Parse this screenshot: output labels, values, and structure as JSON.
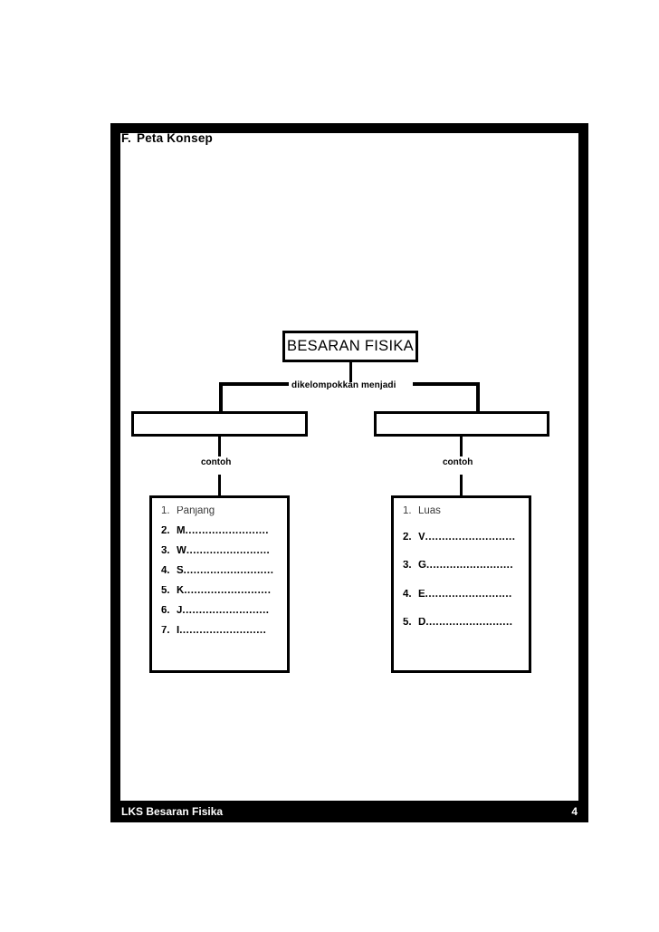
{
  "section": {
    "letter": "F.",
    "title": "Peta Konsep"
  },
  "map": {
    "root_label": "BESARAN FISIKA",
    "relation_label": "dikelompokkan menjadi",
    "branches": [
      {
        "box_label": "",
        "example_label": "contoh",
        "items": [
          {
            "num": "1.",
            "text": "Panjang",
            "dots": "",
            "filled": true
          },
          {
            "num": "2.",
            "text": "M",
            "dots": " ........................."
          },
          {
            "num": "3.",
            "text": "W",
            "dots": "........................."
          },
          {
            "num": "4.",
            "text": "S",
            "dots": "..........................."
          },
          {
            "num": "5.",
            "text": "K",
            "dots": ".........................."
          },
          {
            "num": "6.",
            "text": "J",
            "dots": " .........................."
          },
          {
            "num": "7.",
            "text": "I",
            "dots": " .........................."
          }
        ]
      },
      {
        "box_label": "",
        "example_label": "contoh",
        "items": [
          {
            "num": "1.",
            "text": "Luas",
            "dots": "",
            "filled": true
          },
          {
            "num": "2.",
            "text": "V",
            "dots": "..........................."
          },
          {
            "num": "3.",
            "text": "G",
            "dots": ".........................."
          },
          {
            "num": "4.",
            "text": "E",
            "dots": " .........................."
          },
          {
            "num": "5.",
            "text": "D",
            "dots": ".........................."
          }
        ]
      }
    ]
  },
  "footer": {
    "title": "LKS Besaran Fisika",
    "page_number": "4"
  },
  "colors": {
    "ink": "#000000",
    "paper": "#ffffff",
    "footer_text": "#ffffff"
  }
}
